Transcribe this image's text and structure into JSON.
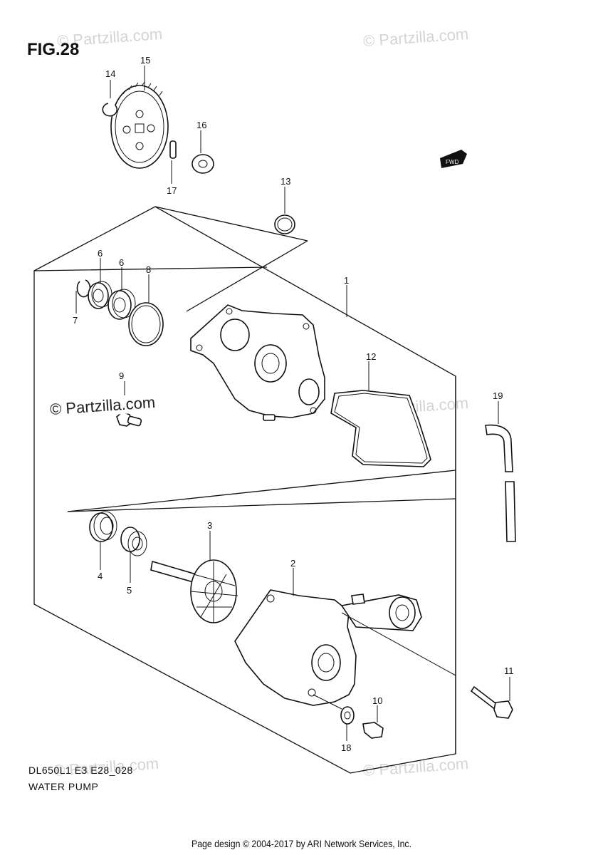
{
  "figure": {
    "title": "FIG.28"
  },
  "footer": {
    "code": "DL650L1 E3 E28_028",
    "name": "WATER PUMP",
    "credit": "Page design © 2004-2017 by ARI Network Services, Inc."
  },
  "watermarks": {
    "light": "© Partzilla.com",
    "dark": "© Partzilla.com"
  },
  "direction_tag": "FWD",
  "callouts": [
    "1",
    "2",
    "3",
    "4",
    "5",
    "6",
    "6",
    "7",
    "8",
    "9",
    "10",
    "11",
    "12",
    "13",
    "14",
    "15",
    "16",
    "17",
    "18",
    "19"
  ]
}
